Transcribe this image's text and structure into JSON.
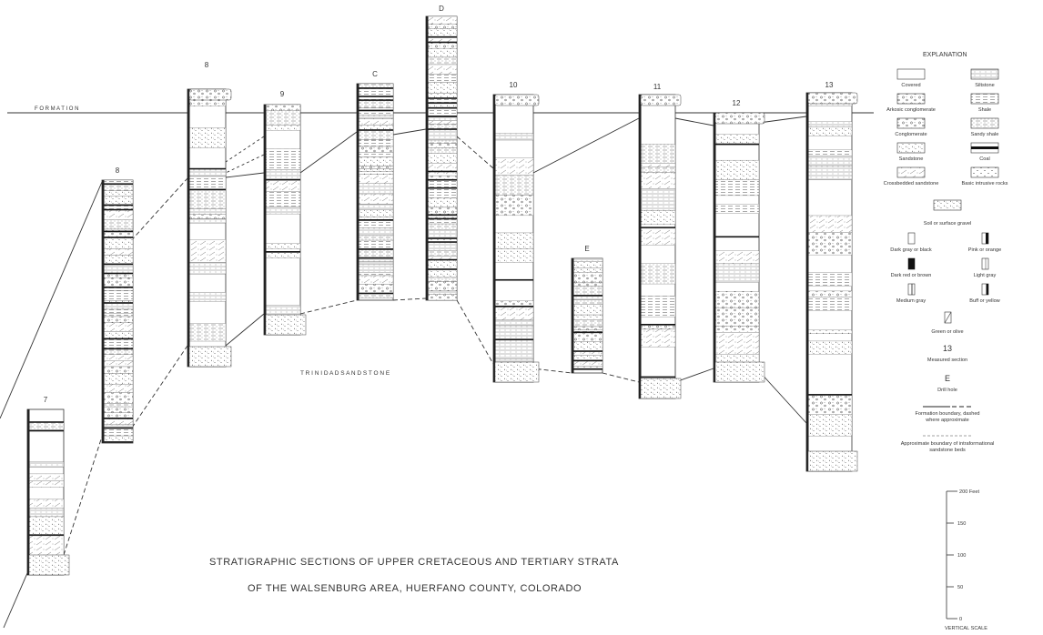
{
  "figure": {
    "title_line1": "STRATIGRAPHIC SECTIONS OF UPPER CRETACEOUS AND TERTIARY STRATA",
    "title_line2": "OF THE WALSENBURG AREA, HUERFANO COUNTY, COLORADO",
    "formation_label": "F O R M A T I O N",
    "sandstone_label": "T R I N I D A D     S A N D S T O N E"
  },
  "sections": [
    {
      "label": "7"
    },
    {
      "label": "8"
    },
    {
      "label": "8"
    },
    {
      "label": "9"
    },
    {
      "label": "C"
    },
    {
      "label": "D"
    },
    {
      "label": "10"
    },
    {
      "label": "E"
    },
    {
      "label": "11"
    },
    {
      "label": "12"
    },
    {
      "label": "13"
    }
  ],
  "explanation": {
    "title": "EXPLANATION",
    "lithology": [
      {
        "name": "Covered",
        "pattern": "blank"
      },
      {
        "name": "Siltstone",
        "pattern": "siltstone"
      },
      {
        "name": "Arkosic conglomerate",
        "pattern": "arkosic"
      },
      {
        "name": "Shale",
        "pattern": "shale"
      },
      {
        "name": "Conglomerate",
        "pattern": "conglomerate"
      },
      {
        "name": "Sandy shale",
        "pattern": "sandyshale"
      },
      {
        "name": "Sandstone",
        "pattern": "sandstone"
      },
      {
        "name": "Coal",
        "pattern": "coal"
      },
      {
        "name": "Crossbedded sandstone",
        "pattern": "crossbed"
      },
      {
        "name": "Basic intrusive rocks",
        "pattern": "intrusive"
      }
    ],
    "soil": "Soil or surface gravel",
    "colors": [
      {
        "name": "Dark gray or black",
        "mark": "none"
      },
      {
        "name": "Pink or orange",
        "mark": "right"
      },
      {
        "name": "Dark red or brown",
        "mark": "full"
      },
      {
        "name": "Light gray",
        "mark": "thin"
      },
      {
        "name": "Medium gray",
        "mark": "mid"
      },
      {
        "name": "Buff or yellow",
        "mark": "half"
      }
    ],
    "green": "Green or olive",
    "measured_symbol": "13",
    "measured_label": "Measured section",
    "drill_symbol": "E",
    "drill_label": "Drill hole",
    "boundary_label_1": "Formation boundary, dashed",
    "boundary_label_2": "where approximate",
    "approx_label_1": "Approximate boundary of intraformational",
    "approx_label_2": "sandstone beds"
  },
  "scale": {
    "ticks": [
      "200 Feet",
      "150",
      "100",
      "50",
      "0"
    ],
    "label": "VERTICAL SCALE"
  }
}
